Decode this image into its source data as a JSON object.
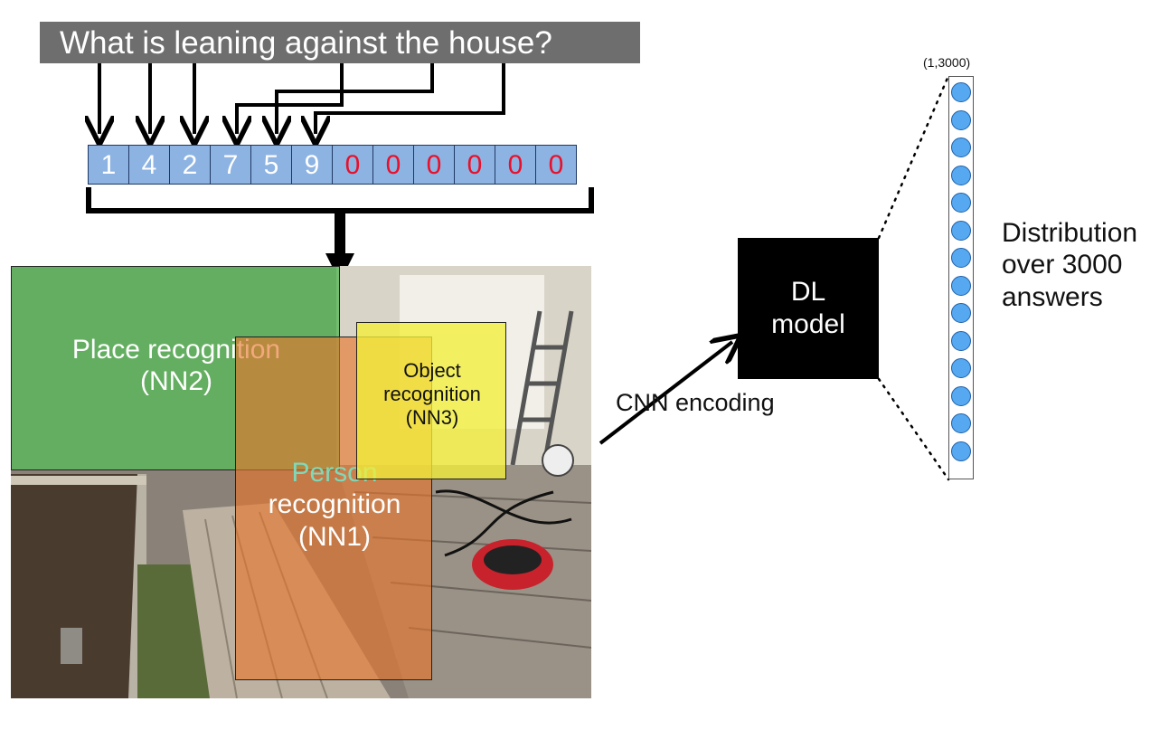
{
  "question": "What is leaning against the house?",
  "tokens": [
    {
      "value": "1",
      "pad": false
    },
    {
      "value": "4",
      "pad": false
    },
    {
      "value": "2",
      "pad": false
    },
    {
      "value": "7",
      "pad": false
    },
    {
      "value": "5",
      "pad": false
    },
    {
      "value": "9",
      "pad": false
    },
    {
      "value": "0",
      "pad": true
    },
    {
      "value": "0",
      "pad": true
    },
    {
      "value": "0",
      "pad": true
    },
    {
      "value": "0",
      "pad": true
    },
    {
      "value": "0",
      "pad": true
    },
    {
      "value": "0",
      "pad": true
    }
  ],
  "regions": {
    "place": {
      "line1": "Place recognition",
      "line2": "(NN2)",
      "color": "#5cb85c"
    },
    "person": {
      "line1": "Person",
      "line2": "recognition",
      "line3": "(NN1)",
      "color": "#e8742a"
    },
    "object": {
      "line1": "Object",
      "line2": "recognition",
      "line3": "(NN3)",
      "color": "#f2ee3a"
    }
  },
  "cnn_label": "CNN encoding",
  "dl_model": {
    "line1": "DL",
    "line2": "model"
  },
  "output_shape": "(1,3000)",
  "output_nodes": 14,
  "distribution": {
    "line1": "Distribution",
    "line2": "over 3000",
    "line3": "answers"
  },
  "colors": {
    "token_fill": "#8db3e2",
    "pad_digit": "#e8102a",
    "node_fill": "#56a9f0"
  }
}
